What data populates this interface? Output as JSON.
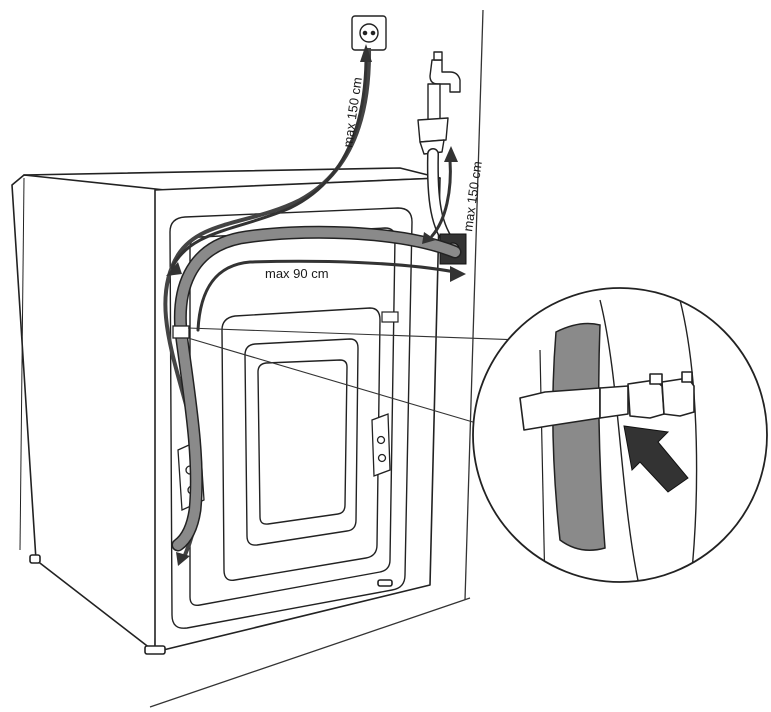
{
  "labels": {
    "power_cable_length": "max 150 cm",
    "inlet_hose_length": "max 150 cm",
    "drain_hose_length": "max 90 cm"
  },
  "colors": {
    "line": "#222222",
    "hose_fill": "#8a8a8a",
    "hose_dark": "#555555",
    "panel": "#ffffff"
  }
}
